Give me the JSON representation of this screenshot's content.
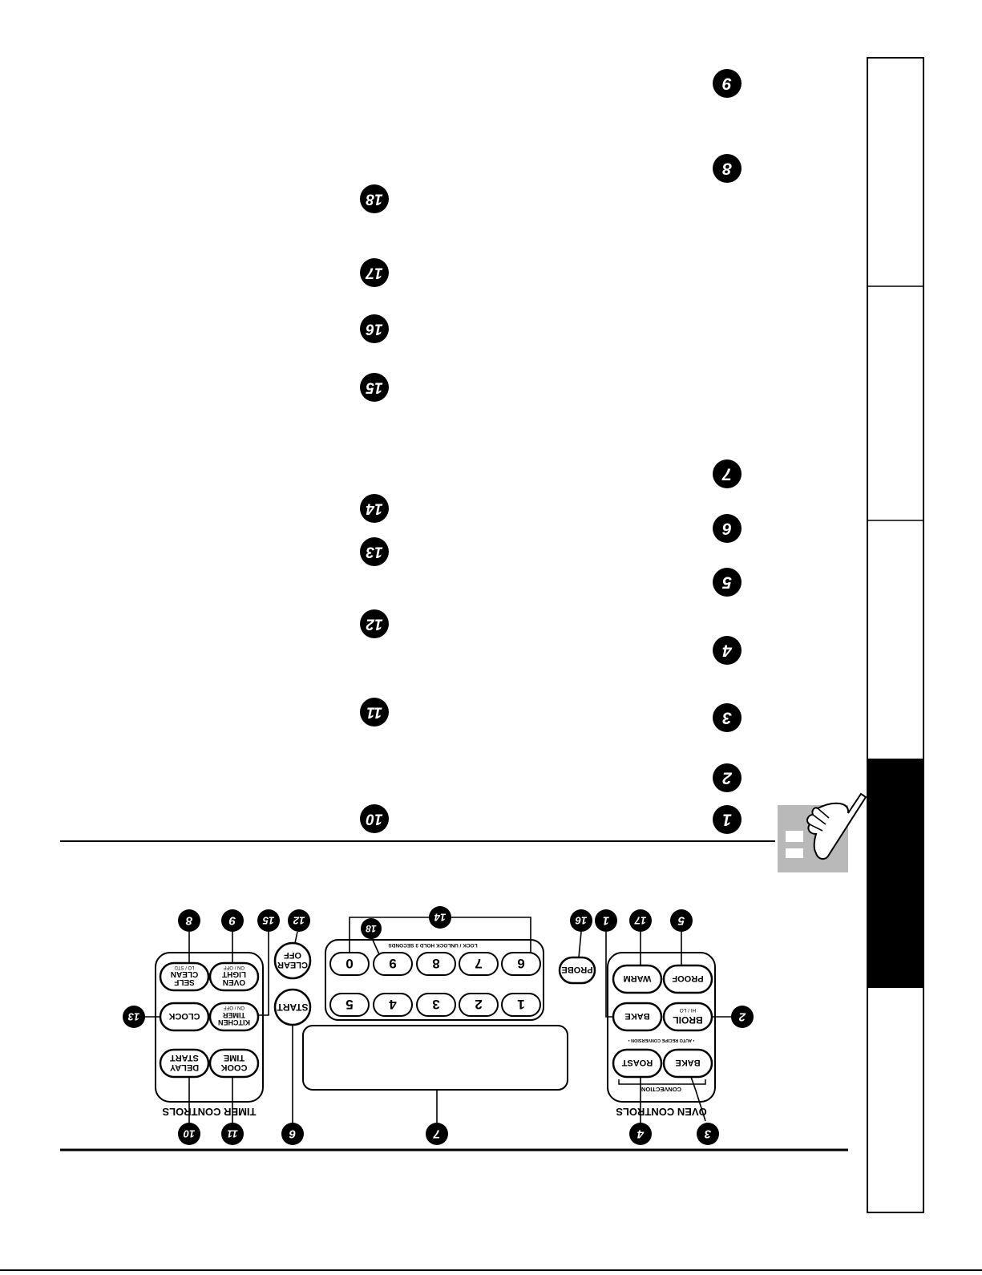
{
  "callouts": {
    "right_column": [
      "9",
      "8",
      "7",
      "6",
      "5",
      "4",
      "3",
      "2",
      "1"
    ],
    "middle_column": [
      "18",
      "17",
      "16",
      "15",
      "14",
      "13",
      "12",
      "11",
      "10"
    ]
  },
  "panel": {
    "timer_title": "TIMER CONTROLS",
    "oven_title": "OVEN CONTROLS",
    "keypad_label": "LOCK / UNLOCK HOLD 3 SECONDS",
    "convection_label": "CONVECTION",
    "auto_recipe_label": "• AUTO RECIPE CONVERSION •",
    "timer_buttons": {
      "oven_light": [
        "OVEN",
        "LIGHT",
        "ON / OFF"
      ],
      "self_clean": [
        "SELF",
        "CLEAN",
        "LO / STD"
      ],
      "kitchen_timer": [
        "KITCHEN",
        "TIMER",
        "ON / OFF"
      ],
      "clock": [
        "CLOCK"
      ],
      "cook_time": [
        "COOK",
        "TIME"
      ],
      "delay_start": [
        "DELAY",
        "START"
      ]
    },
    "clear_off": [
      "CLEAR",
      "OFF"
    ],
    "start": "START",
    "probe": "PROBE",
    "keypad_top": [
      "6",
      "7",
      "8",
      "9",
      "0"
    ],
    "keypad_bottom": [
      "1",
      "2",
      "3",
      "4",
      "5"
    ],
    "oven_buttons": {
      "proof": "PROOF",
      "warm": "WARM",
      "broil": [
        "BROIL",
        "HI / LO"
      ],
      "bake_top": "BAKE",
      "convection_bake": "BAKE",
      "convection_roast": "ROAST"
    },
    "markers": {
      "m8": "8",
      "m9": "9",
      "m15": "15",
      "m12": "12",
      "m18": "18",
      "m14": "14",
      "m16": "16",
      "m1": "1",
      "m17": "17",
      "m5": "5",
      "m13": "13",
      "m2": "2",
      "m10": "10",
      "m11": "11",
      "m6": "6",
      "m7": "7",
      "m4": "4",
      "m3": "3"
    }
  },
  "colors": {
    "ink": "#000000",
    "tab_active": "#000000",
    "tab_gray": "#b9b9b9",
    "paper": "#ffffff"
  },
  "icons": {
    "section": "pointing-hand-icon"
  }
}
